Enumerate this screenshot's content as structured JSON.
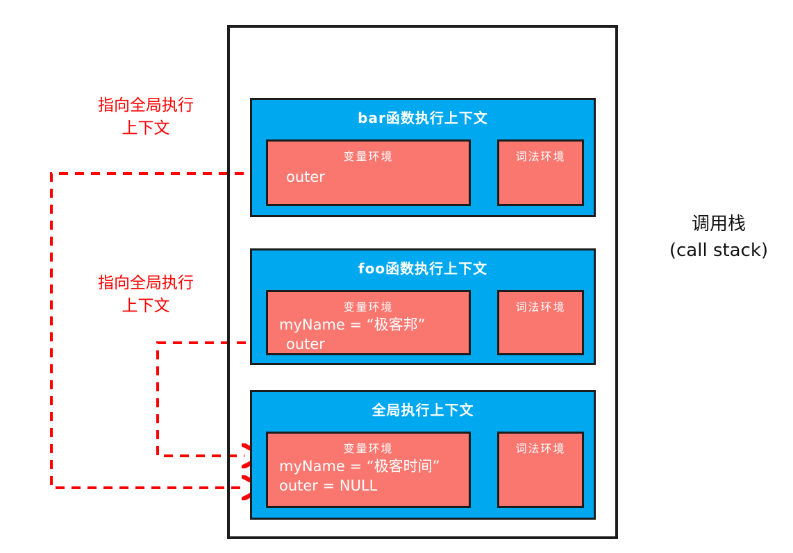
{
  "diagram": {
    "title_caption": {
      "line1": "调用栈",
      "line2": "(call stack)"
    },
    "annotations": [
      {
        "line1": "指向全局执行",
        "line2": "上下文"
      },
      {
        "line1": "指向全局执行",
        "line2": "上下文"
      }
    ],
    "colors": {
      "context_fill": "#00A8F0",
      "environment_fill": "#FA7770",
      "stroke": "#1c1c1c",
      "annotation": "#FF0000",
      "text_on_fill": "#FFFFFF"
    },
    "contexts": [
      {
        "id": "bar",
        "title": "bar函数执行上下文",
        "variable_environment": {
          "title": "变量环境",
          "entries": [
            "outer"
          ]
        },
        "lexical_environment": {
          "title": "词法环境",
          "entries": []
        }
      },
      {
        "id": "foo",
        "title": "foo函数执行上下文",
        "variable_environment": {
          "title": "变量环境",
          "entries": [
            "myName = “极客邦”",
            "outer"
          ]
        },
        "lexical_environment": {
          "title": "词法环境",
          "entries": []
        }
      },
      {
        "id": "global",
        "title": "全局执行上下文",
        "variable_environment": {
          "title": "变量环境",
          "entries": [
            "myName = “极客时间”",
            "outer = NULL"
          ]
        },
        "lexical_environment": {
          "title": "词法环境",
          "entries": []
        }
      }
    ],
    "arrows": [
      {
        "name": "bar-outer-to-global",
        "from": "bar.variable_environment.outer",
        "to": "global execution context",
        "style": "dashed",
        "color": "#FF0000"
      },
      {
        "name": "foo-outer-to-global",
        "from": "foo.variable_environment.outer",
        "to": "global execution context",
        "style": "dashed",
        "color": "#FF0000"
      }
    ]
  }
}
